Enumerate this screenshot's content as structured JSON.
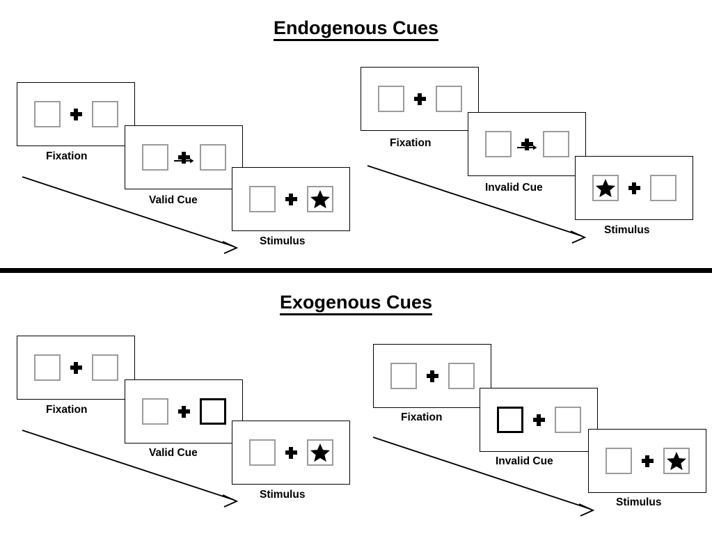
{
  "page": {
    "background": "#ffffff",
    "ink": "#000000",
    "box_border_color": "#9b9b9b",
    "cued_box_border_color": "#000000",
    "divider_color": "#000000"
  },
  "sections": [
    {
      "id": "endogenous",
      "title": "Endogenous Cues",
      "columns": [
        {
          "id": "endogenous-valid",
          "panels": [
            {
              "id": "endo-valid-fixation",
              "caption": "Fixation",
              "left_box": {
                "cued": false,
                "stimulus": "none"
              },
              "right_box": {
                "cued": false,
                "stimulus": "none"
              },
              "center_cue": "none"
            },
            {
              "id": "endo-valid-cue",
              "caption": "Valid Cue",
              "left_box": {
                "cued": false,
                "stimulus": "none"
              },
              "right_box": {
                "cued": false,
                "stimulus": "none"
              },
              "center_cue": "arrow-right"
            },
            {
              "id": "endo-valid-stimulus",
              "caption": "Stimulus",
              "left_box": {
                "cued": false,
                "stimulus": "none"
              },
              "right_box": {
                "cued": false,
                "stimulus": "star"
              },
              "center_cue": "none"
            }
          ]
        },
        {
          "id": "endogenous-invalid",
          "panels": [
            {
              "id": "endo-invalid-fixation",
              "caption": "Fixation",
              "left_box": {
                "cued": false,
                "stimulus": "none"
              },
              "right_box": {
                "cued": false,
                "stimulus": "none"
              },
              "center_cue": "none"
            },
            {
              "id": "endo-invalid-cue",
              "caption": "Invalid Cue",
              "left_box": {
                "cued": false,
                "stimulus": "none"
              },
              "right_box": {
                "cued": false,
                "stimulus": "none"
              },
              "center_cue": "arrow-right"
            },
            {
              "id": "endo-invalid-stimulus",
              "caption": "Stimulus",
              "left_box": {
                "cued": false,
                "stimulus": "star"
              },
              "right_box": {
                "cued": false,
                "stimulus": "none"
              },
              "center_cue": "none"
            }
          ]
        }
      ]
    },
    {
      "id": "exogenous",
      "title": "Exogenous Cues",
      "columns": [
        {
          "id": "exogenous-valid",
          "panels": [
            {
              "id": "exo-valid-fixation",
              "caption": "Fixation",
              "left_box": {
                "cued": false,
                "stimulus": "none"
              },
              "right_box": {
                "cued": false,
                "stimulus": "none"
              },
              "center_cue": "none"
            },
            {
              "id": "exo-valid-cue",
              "caption": "Valid Cue",
              "left_box": {
                "cued": false,
                "stimulus": "none"
              },
              "right_box": {
                "cued": true,
                "stimulus": "none"
              },
              "center_cue": "none"
            },
            {
              "id": "exo-valid-stimulus",
              "caption": "Stimulus",
              "left_box": {
                "cued": false,
                "stimulus": "none"
              },
              "right_box": {
                "cued": false,
                "stimulus": "star"
              },
              "center_cue": "none"
            }
          ]
        },
        {
          "id": "exogenous-invalid",
          "panels": [
            {
              "id": "exo-invalid-fixation",
              "caption": "Fixation",
              "left_box": {
                "cued": false,
                "stimulus": "none"
              },
              "right_box": {
                "cued": false,
                "stimulus": "none"
              },
              "center_cue": "none"
            },
            {
              "id": "exo-invalid-cue",
              "caption": "Invalid Cue",
              "left_box": {
                "cued": true,
                "stimulus": "none"
              },
              "right_box": {
                "cued": false,
                "stimulus": "none"
              },
              "center_cue": "none"
            },
            {
              "id": "exo-invalid-stimulus",
              "caption": "Stimulus",
              "left_box": {
                "cued": false,
                "stimulus": "none"
              },
              "right_box": {
                "cued": false,
                "stimulus": "star"
              },
              "center_cue": "none"
            }
          ]
        }
      ]
    }
  ],
  "time_arrows": [
    {
      "id": "time-arrow-endogenous-valid",
      "label": "time-progression-arrow"
    },
    {
      "id": "time-arrow-endogenous-invalid",
      "label": "time-progression-arrow"
    },
    {
      "id": "time-arrow-exogenous-valid",
      "label": "time-progression-arrow"
    },
    {
      "id": "time-arrow-exogenous-invalid",
      "label": "time-progression-arrow"
    }
  ]
}
